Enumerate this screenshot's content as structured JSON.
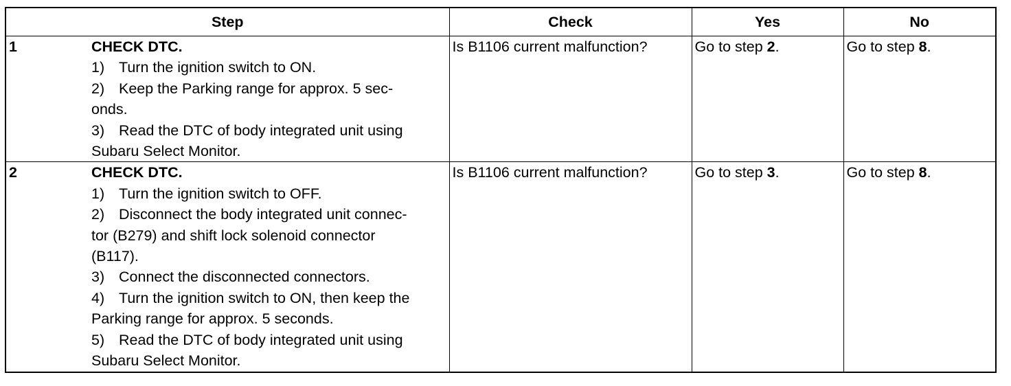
{
  "table": {
    "headers": {
      "step": "Step",
      "check": "Check",
      "yes": "Yes",
      "no": "No"
    },
    "rows": [
      {
        "number": "1",
        "title": "CHECK DTC.",
        "instructions": [
          {
            "num": "1)",
            "text": "Turn the ignition switch to ON."
          },
          {
            "num": "2)",
            "text": "Keep the Parking range for approx. 5 sec-",
            "cont": "onds."
          },
          {
            "num": "3)",
            "text": "Read the DTC of body integrated unit using",
            "cont": "Subaru Select Monitor."
          }
        ],
        "check": "Is B1106 current malfunction?",
        "yes": {
          "prefix": "Go to step ",
          "step": "2",
          "suffix": "."
        },
        "no": {
          "prefix": "Go to step ",
          "step": "8",
          "suffix": "."
        }
      },
      {
        "number": "2",
        "title": "CHECK DTC.",
        "instructions": [
          {
            "num": "1)",
            "text": "Turn the ignition switch to OFF."
          },
          {
            "num": "2)",
            "text": "Disconnect the body integrated unit connec-",
            "cont": "tor (B279) and shift lock solenoid connector",
            "cont2": "(B117)."
          },
          {
            "num": "3)",
            "text": "Connect the disconnected connectors."
          },
          {
            "num": "4)",
            "text": "Turn the ignition switch to ON, then keep the",
            "cont": "Parking range for approx. 5 seconds."
          },
          {
            "num": "5)",
            "text": "Read the DTC of body integrated unit using",
            "cont": "Subaru Select Monitor."
          }
        ],
        "check": "Is B1106 current malfunction?",
        "yes": {
          "prefix": "Go to step ",
          "step": "3",
          "suffix": "."
        },
        "no": {
          "prefix": "Go to step ",
          "step": "8",
          "suffix": "."
        }
      }
    ]
  }
}
